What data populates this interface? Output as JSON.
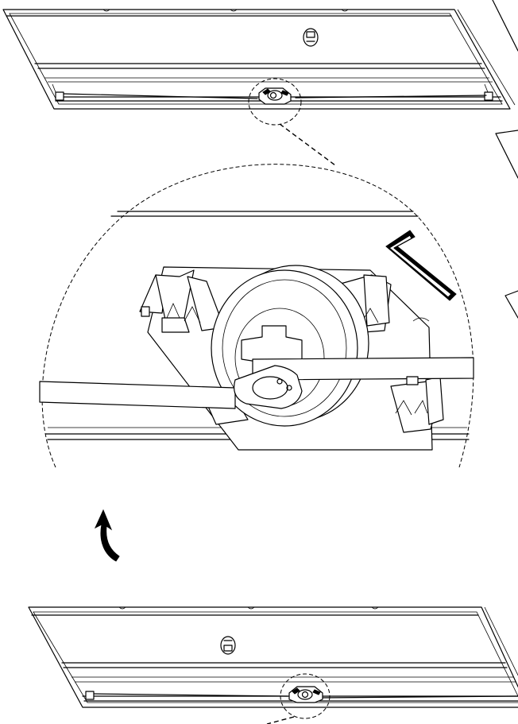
{
  "figure": {
    "panels": [
      "top-panel",
      "detail-magnifier",
      "bottom-panel"
    ],
    "icons": {
      "panel_hole": "keyhole-icon",
      "tool": "allen-key-icon",
      "rotation": "rotate-counterclockwise-arrow-icon"
    },
    "colors": {
      "line": "#000000",
      "background": "#ffffff"
    }
  }
}
